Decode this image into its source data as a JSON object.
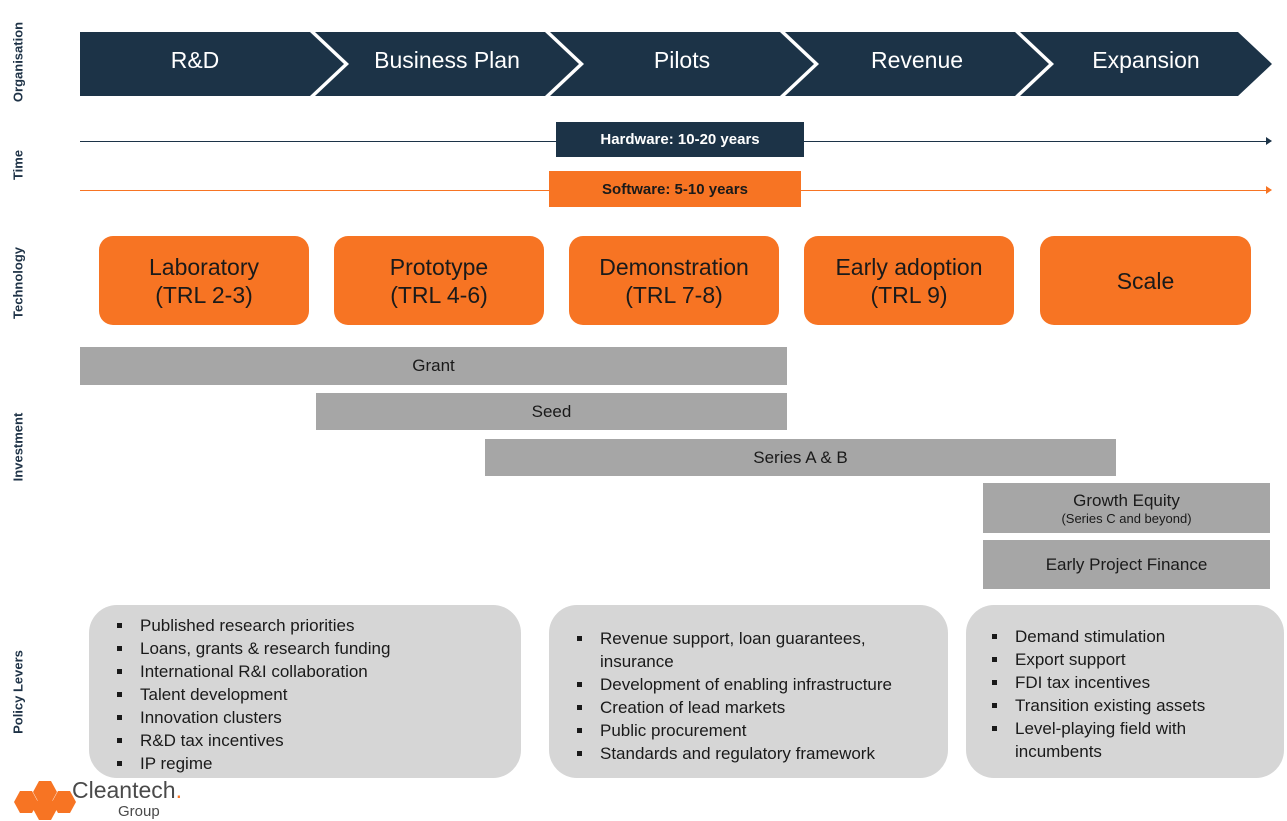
{
  "row_labels": {
    "organisation": "Organisation",
    "time": "Time",
    "technology": "Technology",
    "investment": "Investment",
    "policy": "Policy Levers"
  },
  "stages": [
    "R&D",
    "Business Plan",
    "Pilots",
    "Revenue",
    "Expansion"
  ],
  "time": {
    "hardware": "Hardware: 10-20 years",
    "software": "Software: 5-10 years"
  },
  "technology": [
    {
      "line1": "Laboratory",
      "line2": "(TRL 2-3)"
    },
    {
      "line1": "Prototype",
      "line2": "(TRL 4-6)"
    },
    {
      "line1": "Demonstration",
      "line2": "(TRL 7-8)"
    },
    {
      "line1": "Early adoption",
      "line2": "(TRL 9)"
    },
    {
      "line1": "Scale",
      "line2": ""
    }
  ],
  "investment": {
    "grant": "Grant",
    "seed": "Seed",
    "series_ab": "Series A & B",
    "growth_equity": "Growth Equity",
    "growth_equity_sub": "(Series C and beyond)",
    "project_finance": "Early Project Finance"
  },
  "policy": {
    "box1": [
      "Published research priorities",
      "Loans, grants & research funding",
      "International R&I collaboration",
      "Talent development",
      "Innovation clusters",
      "R&D tax incentives",
      "IP regime"
    ],
    "box2": [
      "Revenue support, loan guarantees, insurance",
      "Development of enabling infrastructure",
      "Creation of lead markets",
      "Public procurement",
      "Standards and regulatory framework"
    ],
    "box3": [
      "Demand stimulation",
      "Export support",
      "FDI tax incentives",
      "Transition existing assets",
      "Level-playing field with incumbents"
    ]
  },
  "logo": {
    "name": "Cleantech",
    "suffix": ".",
    "sub": "Group"
  },
  "colors": {
    "navy": "#1c3347",
    "orange": "#f77423",
    "grey_bar": "#a6a6a6",
    "grey_box": "#d6d6d6"
  }
}
